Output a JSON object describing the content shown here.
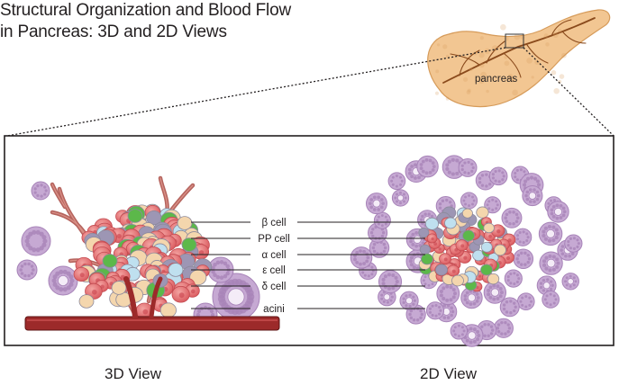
{
  "title": {
    "line1": "Structural Organization and Blood Flow",
    "line2": "in Pancreas: 3D and 2D Views"
  },
  "organ_label": "pancreas",
  "cell_labels": [
    "β cell",
    "PP cell",
    "α cell",
    "ε cell",
    "δ cell",
    "acini"
  ],
  "views": {
    "left": "3D View",
    "right": "2D View"
  },
  "colors": {
    "beta": "#e46f6f",
    "beta_dark": "#c44c52",
    "pp": "#5cb84a",
    "alpha": "#f4d6ad",
    "epsilon": "#bfe0ef",
    "delta": "#9d96b4",
    "acini": "#c6a9d3",
    "acini_dark": "#a783b8",
    "vessel": "#9c2a2a",
    "vessel_dark": "#5e1414",
    "branch": "#b5645e",
    "pancreas": "#f2c692",
    "pancreas_dark": "#d69b5a",
    "pancreas_vessel": "#8a4a1c"
  }
}
